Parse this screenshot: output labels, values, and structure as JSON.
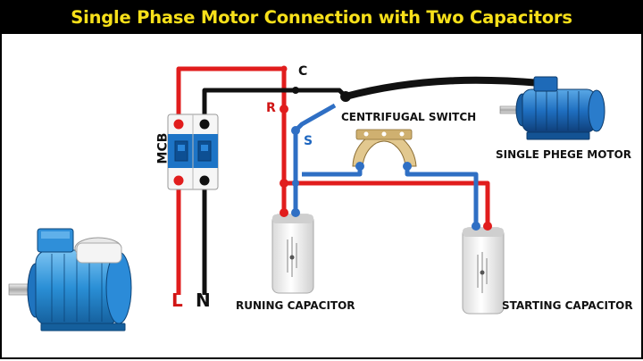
{
  "title": "Single Phase Motor Connection with Two Capacitors",
  "labels": {
    "c": "C",
    "r": "R",
    "s": "S",
    "mcb": "MCB",
    "live": "L",
    "neutral": "N",
    "centrifugal_switch": "CENTRIFUGAL SWITCH",
    "motor": "SINGLE PHEGE MOTOR",
    "running_capacitor": "RUNING CAPACITOR",
    "starting_capacitor": "STARTING CAPACITOR"
  },
  "colors": {
    "title_bg": "#000000",
    "title_text": "#f7e01a",
    "wire_red": "#e11d1d",
    "wire_blue": "#2f6fc4",
    "wire_black": "#111111",
    "motor_blue": "#2a8fd6",
    "mcb_blue": "#1d74c6",
    "label_red": "#d01515",
    "label_blue": "#1f67c0"
  }
}
